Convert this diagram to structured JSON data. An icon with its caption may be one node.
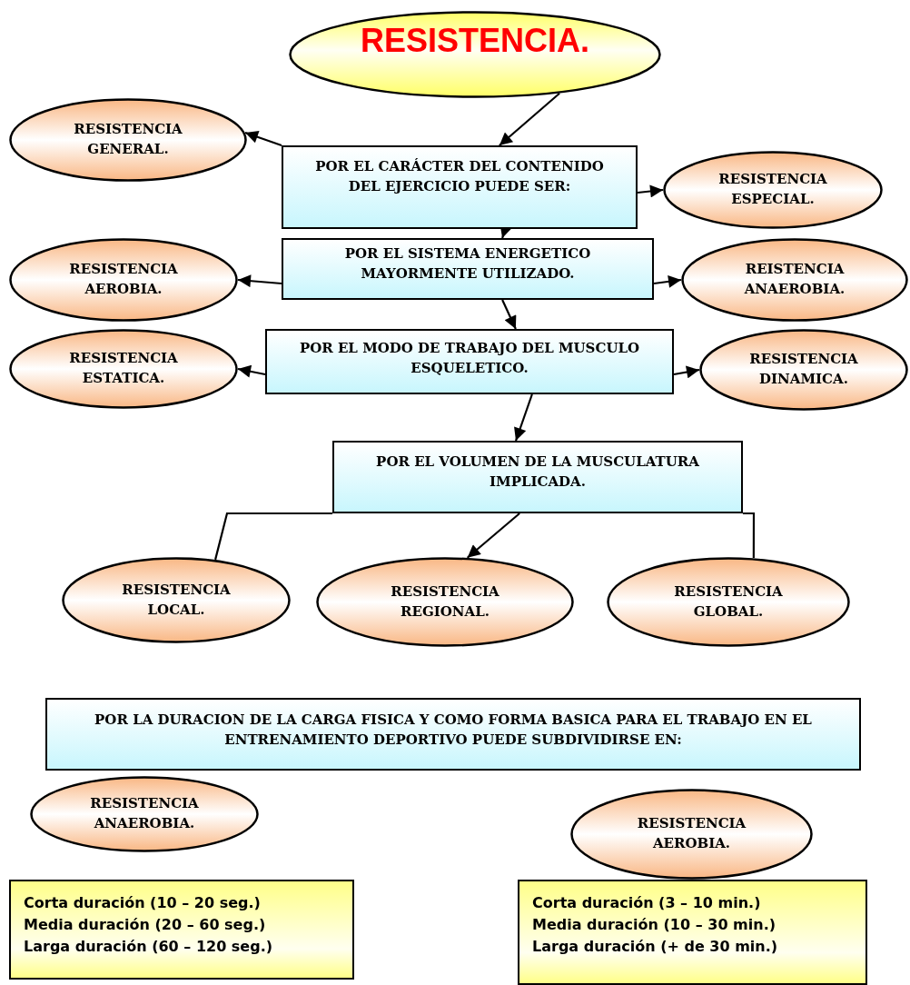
{
  "diagram": {
    "nodes": [
      {
        "text": [
          "RESISTENCIA."
        ]
      },
      {
        "text": [
          "RESISTENCIA GENERAL."
        ]
      },
      {
        "text": [
          "POR EL CARÁCTER DEL CONTENIDO DEL EJERCICIO PUEDE SER:"
        ]
      },
      {
        "text": [
          "RESISTENCIA ESPECIAL."
        ]
      },
      {
        "text": [
          "RESISTENCIA AEROBIA."
        ]
      },
      {
        "text": [
          "POR EL SISTEMA ENERGETICO MAYORMENTE UTILIZADO."
        ]
      },
      {
        "text": [
          "REISTENCIA ANAEROBIA."
        ]
      },
      {
        "text": [
          "RESISTENCIA ESTATICA."
        ]
      },
      {
        "text": [
          "POR EL MODO DE TRABAJO DEL MUSCULO ESQUELETICO."
        ]
      },
      {
        "text": [
          "RESISTENCIA DINAMICA."
        ]
      },
      {
        "text": [
          "POR EL VOLUMEN DE LA MUSCULATURA IMPLICADA."
        ]
      },
      {
        "text": [
          "RESISTENCIA LOCAL."
        ]
      },
      {
        "text": [
          "RESISTENCIA REGIONAL."
        ]
      },
      {
        "text": [
          "RESISTENCIA GLOBAL."
        ]
      },
      {
        "text": [
          "POR LA DURACION DE LA CARGA FISICA Y COMO FORMA BASICA PARA EL TRABAJO EN EL ENTRENAMIENTO DEPORTIVO PUEDE SUBDIVIDIRSE EN:"
        ]
      },
      {
        "text": [
          "RESISTENCIA ANAEROBIA."
        ]
      },
      {
        "text": [
          "RESISTENCIA AEROBIA."
        ]
      },
      {
        "text": [
          "Corta duración (10 – 20 seg.)",
          "Media duración (20 – 60 seg.)",
          "Larga duración (60 – 120 seg.)"
        ]
      },
      {
        "text": [
          "Corta duración (3 – 10 min.)",
          "Media duración (10 – 30 min.)",
          "Larga duración (+ de 30 min.)"
        ]
      }
    ],
    "edges": [
      {
        "from": 0,
        "to": 2,
        "arrow": "to"
      },
      {
        "from": 2,
        "to": 1,
        "arrow": "to"
      },
      {
        "from": 2,
        "to": 3,
        "arrow": "to"
      },
      {
        "from": 2,
        "to": 5,
        "arrow": "to"
      },
      {
        "from": 5,
        "to": 4,
        "arrow": "to"
      },
      {
        "from": 5,
        "to": 6,
        "arrow": "to"
      },
      {
        "from": 5,
        "to": 8,
        "arrow": "to"
      },
      {
        "from": 8,
        "to": 7,
        "arrow": "to"
      },
      {
        "from": 8,
        "to": 9,
        "arrow": "to"
      },
      {
        "from": 8,
        "to": 10,
        "arrow": "to"
      },
      {
        "from": 10,
        "to": 11,
        "arrow": "none"
      },
      {
        "from": 10,
        "to": 12,
        "arrow": "to"
      },
      {
        "from": 10,
        "to": 13,
        "arrow": "none"
      }
    ]
  }
}
